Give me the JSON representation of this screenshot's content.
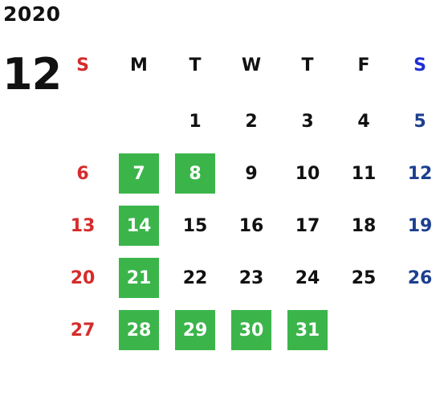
{
  "calendar": {
    "year": "2020",
    "month": "12",
    "weekday_headers": [
      "S",
      "M",
      "T",
      "W",
      "T",
      "F",
      "S"
    ],
    "weeks": [
      [
        "",
        "",
        "1",
        "2",
        "3",
        "4",
        "5"
      ],
      [
        "6",
        "7",
        "8",
        "9",
        "10",
        "11",
        "12"
      ],
      [
        "13",
        "14",
        "15",
        "16",
        "17",
        "18",
        "19"
      ],
      [
        "20",
        "21",
        "22",
        "23",
        "24",
        "25",
        "26"
      ],
      [
        "27",
        "28",
        "29",
        "30",
        "31",
        "",
        ""
      ]
    ],
    "highlighted_days": [
      "7",
      "8",
      "14",
      "21",
      "28",
      "29",
      "30",
      "31"
    ]
  },
  "colors": {
    "default_text": "#111111",
    "sunday": "#d62b2b",
    "saturday_header": "#1f2fd6",
    "saturday": "#1c3f8f",
    "highlight_bg": "#3bb54a",
    "highlight_text": "#ffffff"
  }
}
